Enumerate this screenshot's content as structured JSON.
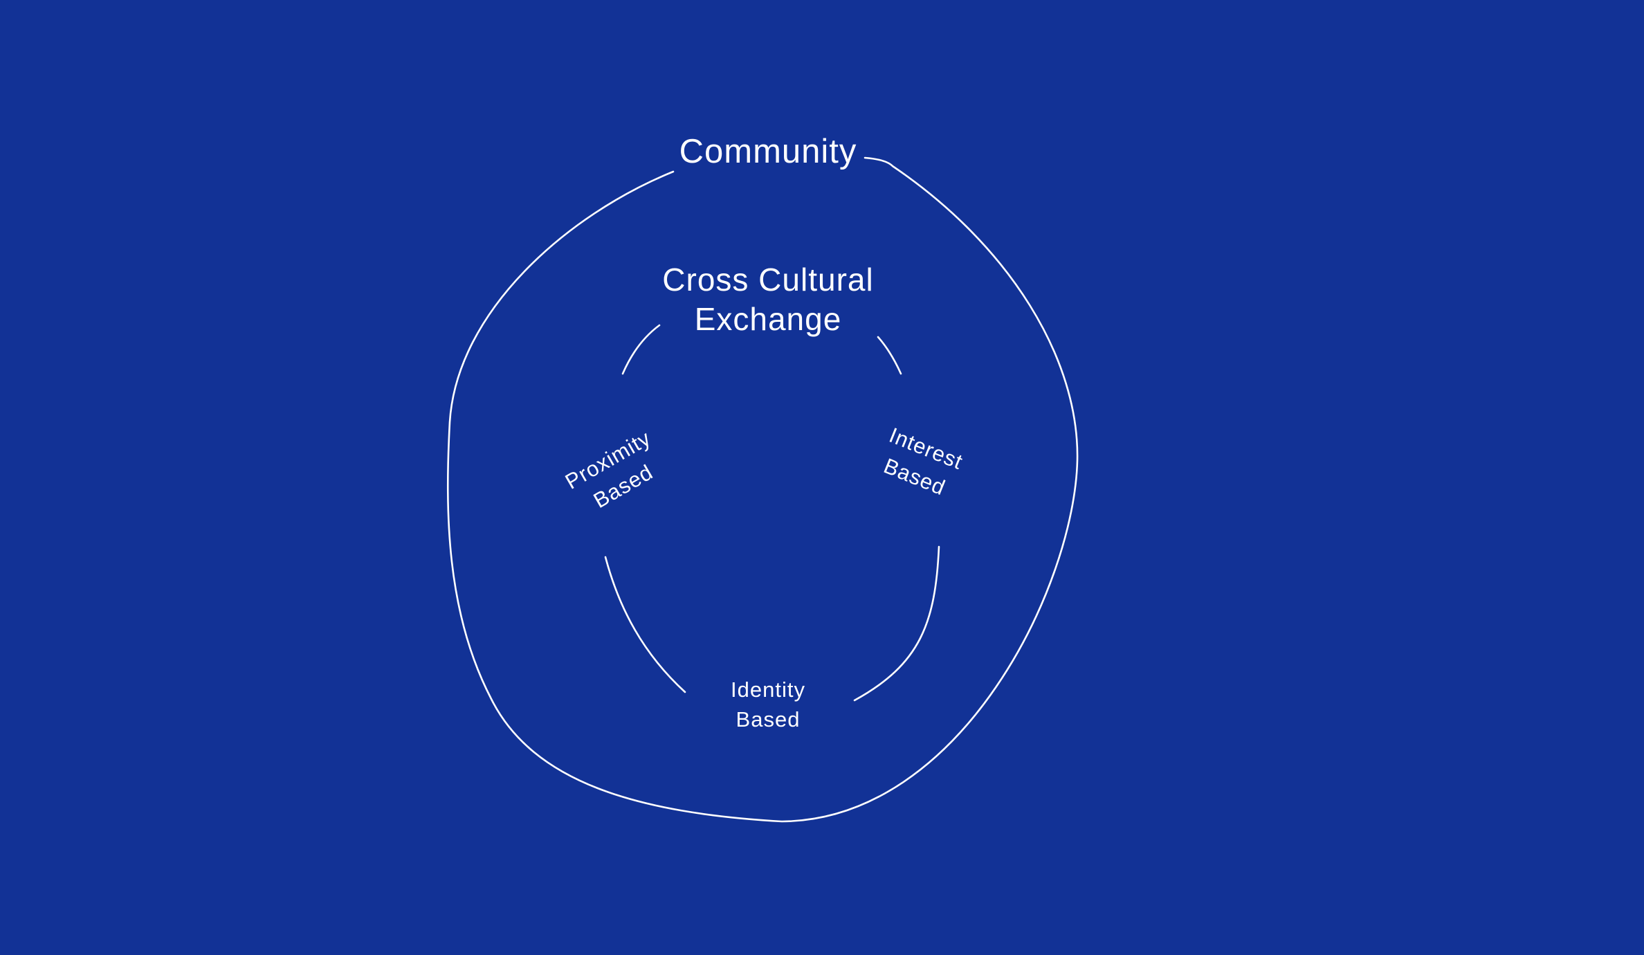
{
  "colors": {
    "background": "#123296",
    "stroke": "#ffffff",
    "text": "#ffffff"
  },
  "labels": {
    "community": "Community",
    "exchange_line1": "Cross Cultural",
    "exchange_line2": "Exchange",
    "proximity_line1": "Proximity",
    "proximity_line2": "Based",
    "interest_line1": "Interest",
    "interest_line2": "Based",
    "identity_line1": "Identity",
    "identity_line2": "Based"
  }
}
